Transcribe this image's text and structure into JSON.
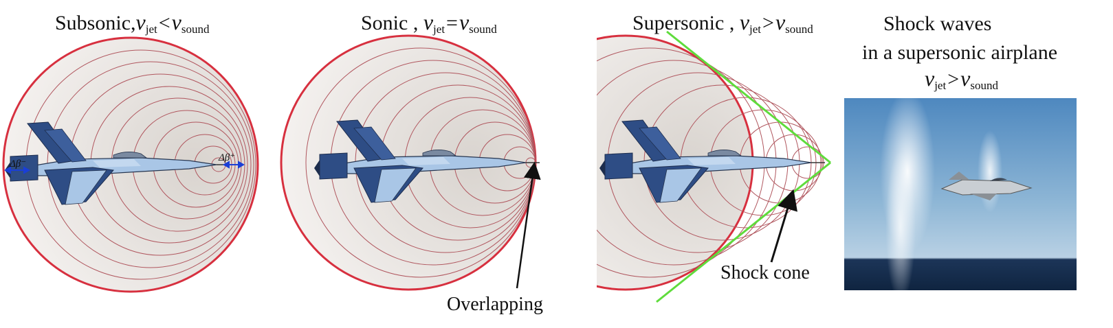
{
  "panels": {
    "subsonic": {
      "name": "Subsonic",
      "sep": ",",
      "v": "v",
      "jet": "jet",
      "op": "<",
      "sound": "sound",
      "delta_minus": "Δβ⁻",
      "delta_plus": "Δβ⁺"
    },
    "sonic": {
      "name": "Sonic",
      "sep": " ,",
      "v": "v",
      "jet": "jet",
      "op": "=",
      "sound": "sound",
      "annotation": "Overlapping"
    },
    "supersonic": {
      "name": "Supersonic",
      "sep": " ,",
      "v": "v",
      "jet": "jet",
      "op": ">",
      "sound": "sound",
      "annotation": "Shock cone"
    },
    "photo": {
      "line1": "Shock waves",
      "line2": "in a supersonic airplane",
      "v": "v",
      "jet": "jet",
      "op": ">",
      "sound": "sound"
    }
  },
  "colors": {
    "wave_outer": "#d7303f",
    "wave_inner": "#b0565e",
    "shock_cone": "#5fdc3c",
    "delta_arrow": "#1a3fd6",
    "jet_dark": "#2e4d85",
    "jet_light": "#a9c6e6"
  },
  "icons": [
    "jet-icon",
    "pointer-arrow-icon",
    "double-arrow-icon"
  ]
}
